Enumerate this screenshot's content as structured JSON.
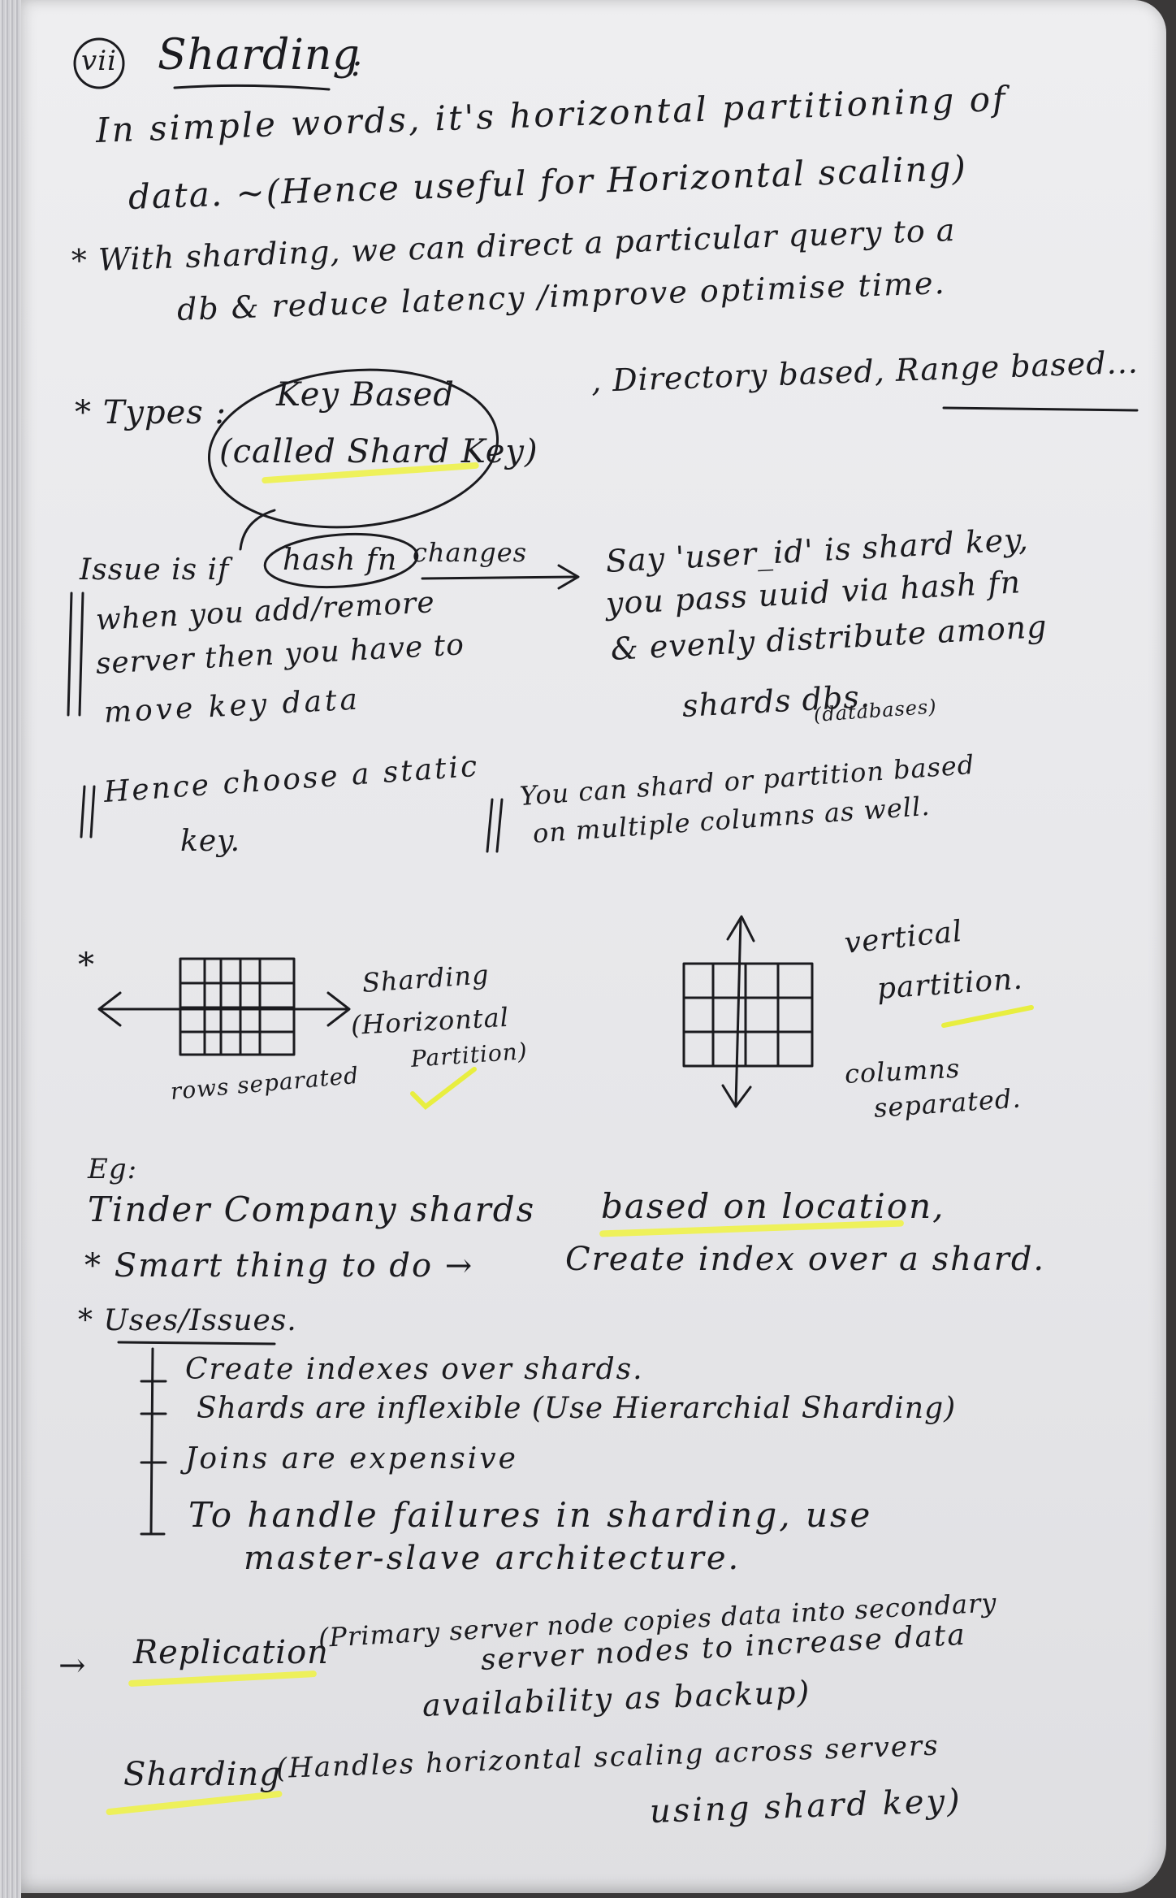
{
  "heading": {
    "number": "vii",
    "title": "Sharding",
    "colon": ":"
  },
  "definition": {
    "line1": "In simple words, it's horizontal partitioning of",
    "line2": "data. ~(Hence useful for Horizontal scaling)"
  },
  "benefit": {
    "line1": "* With sharding, we can direct a particular query to a",
    "line2": "db & reduce latency /improve optimise time."
  },
  "types": {
    "label": "* Types :",
    "key_based": "Key Based",
    "shard_key": "(called Shard Key)",
    "others": ", Directory based, Range based..."
  },
  "issue": {
    "prefix": "Issue is if",
    "hash_fn": "hash fn",
    "changes": "changes",
    "line2": "when you add/remore",
    "line3": "server then you have to",
    "line4": "move key data",
    "hence1": "Hence choose a static",
    "hence2": "key."
  },
  "example_note": {
    "line1": "Say 'user_id' is shard key,",
    "line2": "you pass uuid via hash fn",
    "line3": "& evenly distribute among",
    "line4": "shards dbs.",
    "databases": "(databases)",
    "multi1": "You can shard or partition based",
    "multi2": "on multiple columns as well."
  },
  "diagram": {
    "star": "*",
    "h_label1": "Sharding",
    "h_label2": "(Horizontal",
    "h_label3": "Partition)",
    "rows": "rows separated",
    "v_label1": "vertical",
    "v_label2": "partition.",
    "cols1": "columns",
    "cols2": "separated."
  },
  "example": {
    "eg": "Eg:",
    "tinder_prefix": "Tinder Company shards",
    "tinder_hl": "based on location,",
    "smart_prefix": "* Smart thing to do →",
    "smart_rest": "Create index over a shard."
  },
  "uses": {
    "title": "* Uses/Issues.",
    "items": [
      "Create indexes over shards.",
      "Shards are inflexible (Use Hierarchial Sharding)",
      "Joins are expensive",
      "To handle failures in sharding, use"
    ],
    "item4_cont": "master-slave architecture."
  },
  "summary": {
    "arrow": "→",
    "replication": "Replication",
    "replication_def1": "(Primary server node copies data into secondary",
    "replication_def2": "server nodes to increase data",
    "replication_def3": "availability as backup)",
    "sharding": "Sharding",
    "sharding_def1": "(Handles horizontal scaling across servers",
    "sharding_def2": "using shard key)"
  },
  "colors": {
    "ink": "#1b1b1f",
    "highlighter": "#eef24a",
    "paper": "#eeeef0",
    "desk": "#3a3838"
  }
}
